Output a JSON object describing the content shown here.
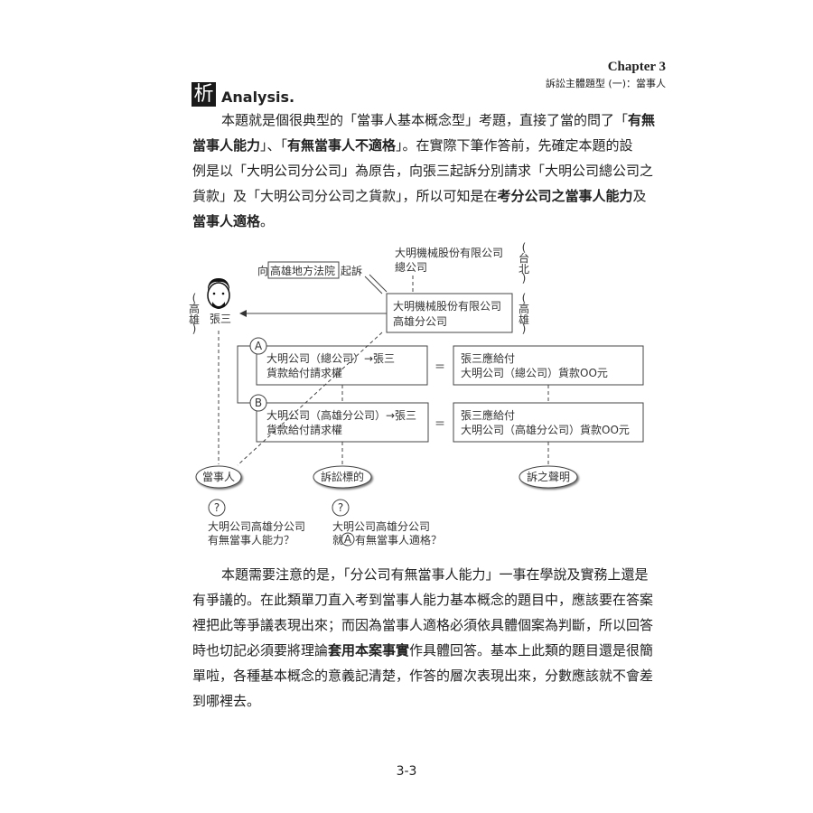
{
  "header": {
    "chapter": "Chapter 3",
    "subtitle": "訴訟主體題型 (一)：當事人"
  },
  "section": {
    "icon_char": "析",
    "title": "Analysis."
  },
  "para1": [
    [
      {
        "t": "本題就是個很典型的「當事人基本概念型」考題，直接了當的問了「"
      },
      {
        "t": "有無",
        "b": true
      }
    ],
    [
      {
        "t": "當事人能力",
        "b": true
      },
      {
        "t": "」、「"
      },
      {
        "t": "有無當事人不適格",
        "b": true
      },
      {
        "t": "」。在實際下筆作答前，先確定本題的設"
      }
    ],
    [
      {
        "t": "例是以「大明公司分公司」為原告，向張三起訴分別請求「大明公司總公司之"
      }
    ],
    [
      {
        "t": "貨款」及「大明公司分公司之貨款」，所以可知是在"
      },
      {
        "t": "考分公司之當事人能力",
        "b": true
      },
      {
        "t": "及"
      }
    ],
    [
      {
        "t": "當事人適格",
        "b": true
      },
      {
        "t": "。"
      }
    ]
  ],
  "diagram": {
    "court_prefix": "向",
    "court": "高雄地方法院",
    "court_suffix": "起訴",
    "hq_line1": "大明機械股份有限公司",
    "hq_line2": "總公司",
    "hq_loc": [
      "(",
      "台",
      "北",
      ")"
    ],
    "branch_line1": "大明機械股份有限公司",
    "branch_line2": "高雄分公司",
    "branch_loc": [
      "(",
      "高",
      "雄",
      ")"
    ],
    "defendant": "張三",
    "defendant_loc": [
      "(",
      "高",
      "雄",
      ")"
    ],
    "claim_a_marker": "A",
    "claim_a_line1": "大明公司（總公司）→張三",
    "claim_a_line2": "貨款給付請求權",
    "claim_b_marker": "B",
    "claim_b_line1": "大明公司（高雄分公司）→張三",
    "claim_b_line2": "貨款給付請求權",
    "equals": "＝",
    "relief_a_line1": "張三應給付",
    "relief_a_line2": "大明公司（總公司）貨款OO元",
    "relief_b_line1": "張三應給付",
    "relief_b_line2": "大明公司（高雄分公司）貨款OO元",
    "label_party": "當事人",
    "label_subject": "訴訟標的",
    "label_relief": "訴之聲明",
    "q_mark": "?",
    "q1_line1": "大明公司高雄分公司",
    "q1_line2": "有無當事人能力？",
    "q2_line1": "大明公司高雄分公司",
    "q2_line2_pre": "就",
    "q2_line2_marker": "A",
    "q2_line2_post": "有無當事人適格？"
  },
  "para2": [
    [
      {
        "t": "本題需要注意的是，「分公司有無當事人能力」一事在學說及實務上還是"
      }
    ],
    [
      {
        "t": "有爭議的。在此類單刀直入考到當事人能力基本概念的題目中，應該要在答案"
      }
    ],
    [
      {
        "t": "裡把此等爭議表現出來；而因為當事人適格必須依具體個案為判斷，所以回答"
      }
    ],
    [
      {
        "t": "時也切記必須要將理論"
      },
      {
        "t": "套用本案事實",
        "b": true
      },
      {
        "t": "作具體回答。基本上此類的題目還是很簡"
      }
    ],
    [
      {
        "t": "單啦，各種基本概念的意義記清楚，作答的層次表現出來，分數應該就不會差"
      }
    ],
    [
      {
        "t": "到哪裡去。"
      }
    ]
  ],
  "page_number": "3-3"
}
